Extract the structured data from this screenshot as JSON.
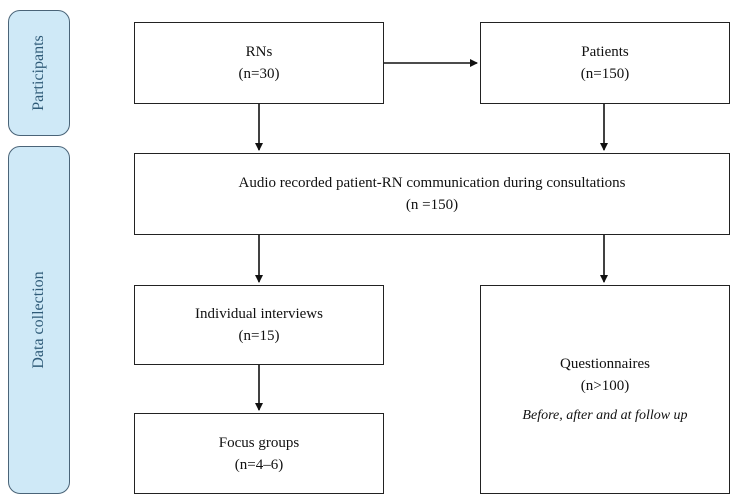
{
  "sidebar": {
    "participants": "Participants",
    "data_collection": "Data collection"
  },
  "boxes": {
    "rns": {
      "title": "RNs",
      "count": "(n=30)"
    },
    "patients": {
      "title": "Patients",
      "count": "(n=150)"
    },
    "audio": {
      "title": "Audio recorded patient-RN communication during consultations",
      "count": "(n =150)"
    },
    "interviews": {
      "title": "Individual interviews",
      "count": "(n=15)"
    },
    "focus": {
      "title": "Focus groups",
      "count": "(n=4–6)"
    },
    "questionnaires": {
      "title": "Questionnaires",
      "count": "(n>100)",
      "note": "Before, after and at follow up"
    }
  }
}
